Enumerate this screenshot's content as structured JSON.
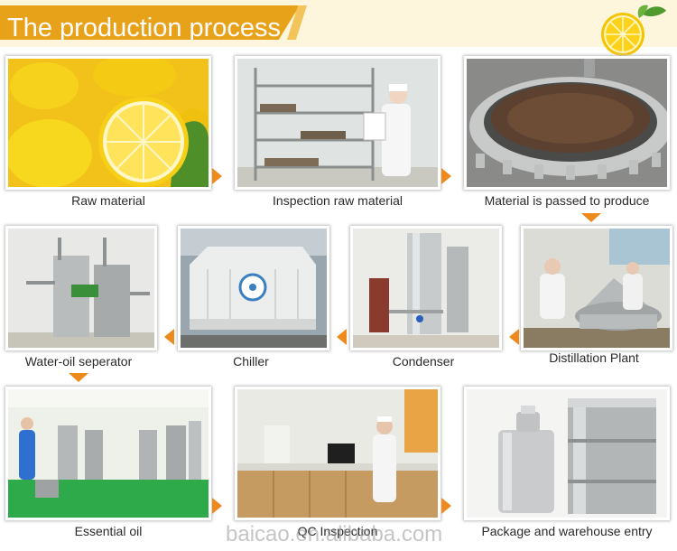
{
  "header": {
    "title": "The production process"
  },
  "steps": [
    {
      "label": "Raw material"
    },
    {
      "label": "Inspection raw material"
    },
    {
      "label": "Material is passed to produce"
    },
    {
      "label": "Distillation Plant"
    },
    {
      "label": "Condenser"
    },
    {
      "label": "Chiller"
    },
    {
      "label": "Water-oil seperator"
    },
    {
      "label": "Essential oil"
    },
    {
      "label": "QC Inspection"
    },
    {
      "label": "Package and warehouse entry"
    }
  ],
  "watermark": "baicao.en.alibaba.com",
  "colors": {
    "accent": "#e8a21a",
    "arrow": "#ee8a1c",
    "banner": "#fdf6dd"
  },
  "icons": {
    "logo": "lemon-slice-icon",
    "flow": "triangle-arrow-icon"
  }
}
